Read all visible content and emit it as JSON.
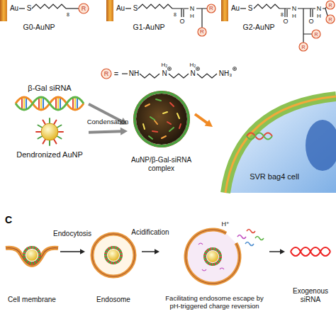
{
  "diagram": {
    "nodes": [
      {
        "text": [
          "β-Gal siRNA"
        ]
      },
      {
        "text": [
          "Dendronized AuNP"
        ]
      },
      {
        "text": [
          "AuNP/β-Gal-siRNA complex"
        ]
      },
      {
        "text": [
          "SVR bag4 cell"
        ]
      },
      {
        "text": [
          "Cell membrane"
        ]
      },
      {
        "text": [
          "Endosome"
        ]
      },
      {
        "text": [
          "Facilitating endosome escape by pH-triggered charge reversion"
        ]
      },
      {
        "text": [
          "Exogenous siRNA"
        ]
      }
    ],
    "edges": [
      {
        "from": 0,
        "to": 2,
        "arrow": "to",
        "label": "Condensation"
      },
      {
        "from": 1,
        "to": 2,
        "arrow": "to"
      },
      {
        "from": 2,
        "to": 3,
        "arrow": "to"
      },
      {
        "from": 4,
        "to": 5,
        "arrow": "to",
        "label": "Endocytosis"
      },
      {
        "from": 5,
        "to": 6,
        "arrow": "to",
        "label": "Acidification"
      },
      {
        "from": 6,
        "to": 7,
        "arrow": "to"
      }
    ],
    "labels": [
      "Au",
      "S",
      "8",
      "R",
      "G0-AuNP",
      "Au",
      "S",
      "8",
      "O",
      "N",
      "H",
      "R",
      "R",
      "G1-AuNP",
      "Au",
      "S",
      "8",
      "O",
      "N",
      "H",
      "O",
      "N",
      "H",
      "R",
      "R",
      "R",
      "R",
      "G2-AuNP",
      "R",
      "=",
      "NH",
      "H₂",
      "N",
      "H₂",
      "N",
      "NH₃",
      "C",
      "H⁺"
    ]
  }
}
